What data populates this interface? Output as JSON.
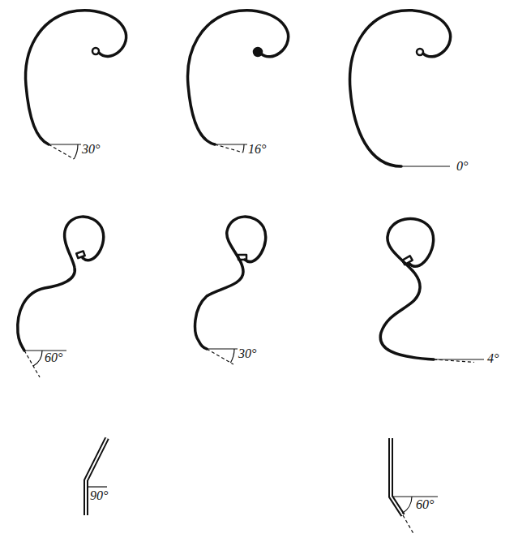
{
  "diagram": {
    "labels": [
      "30°",
      "16°",
      "0°",
      "60°",
      "30°",
      "4°",
      "90°",
      "60°"
    ]
  }
}
